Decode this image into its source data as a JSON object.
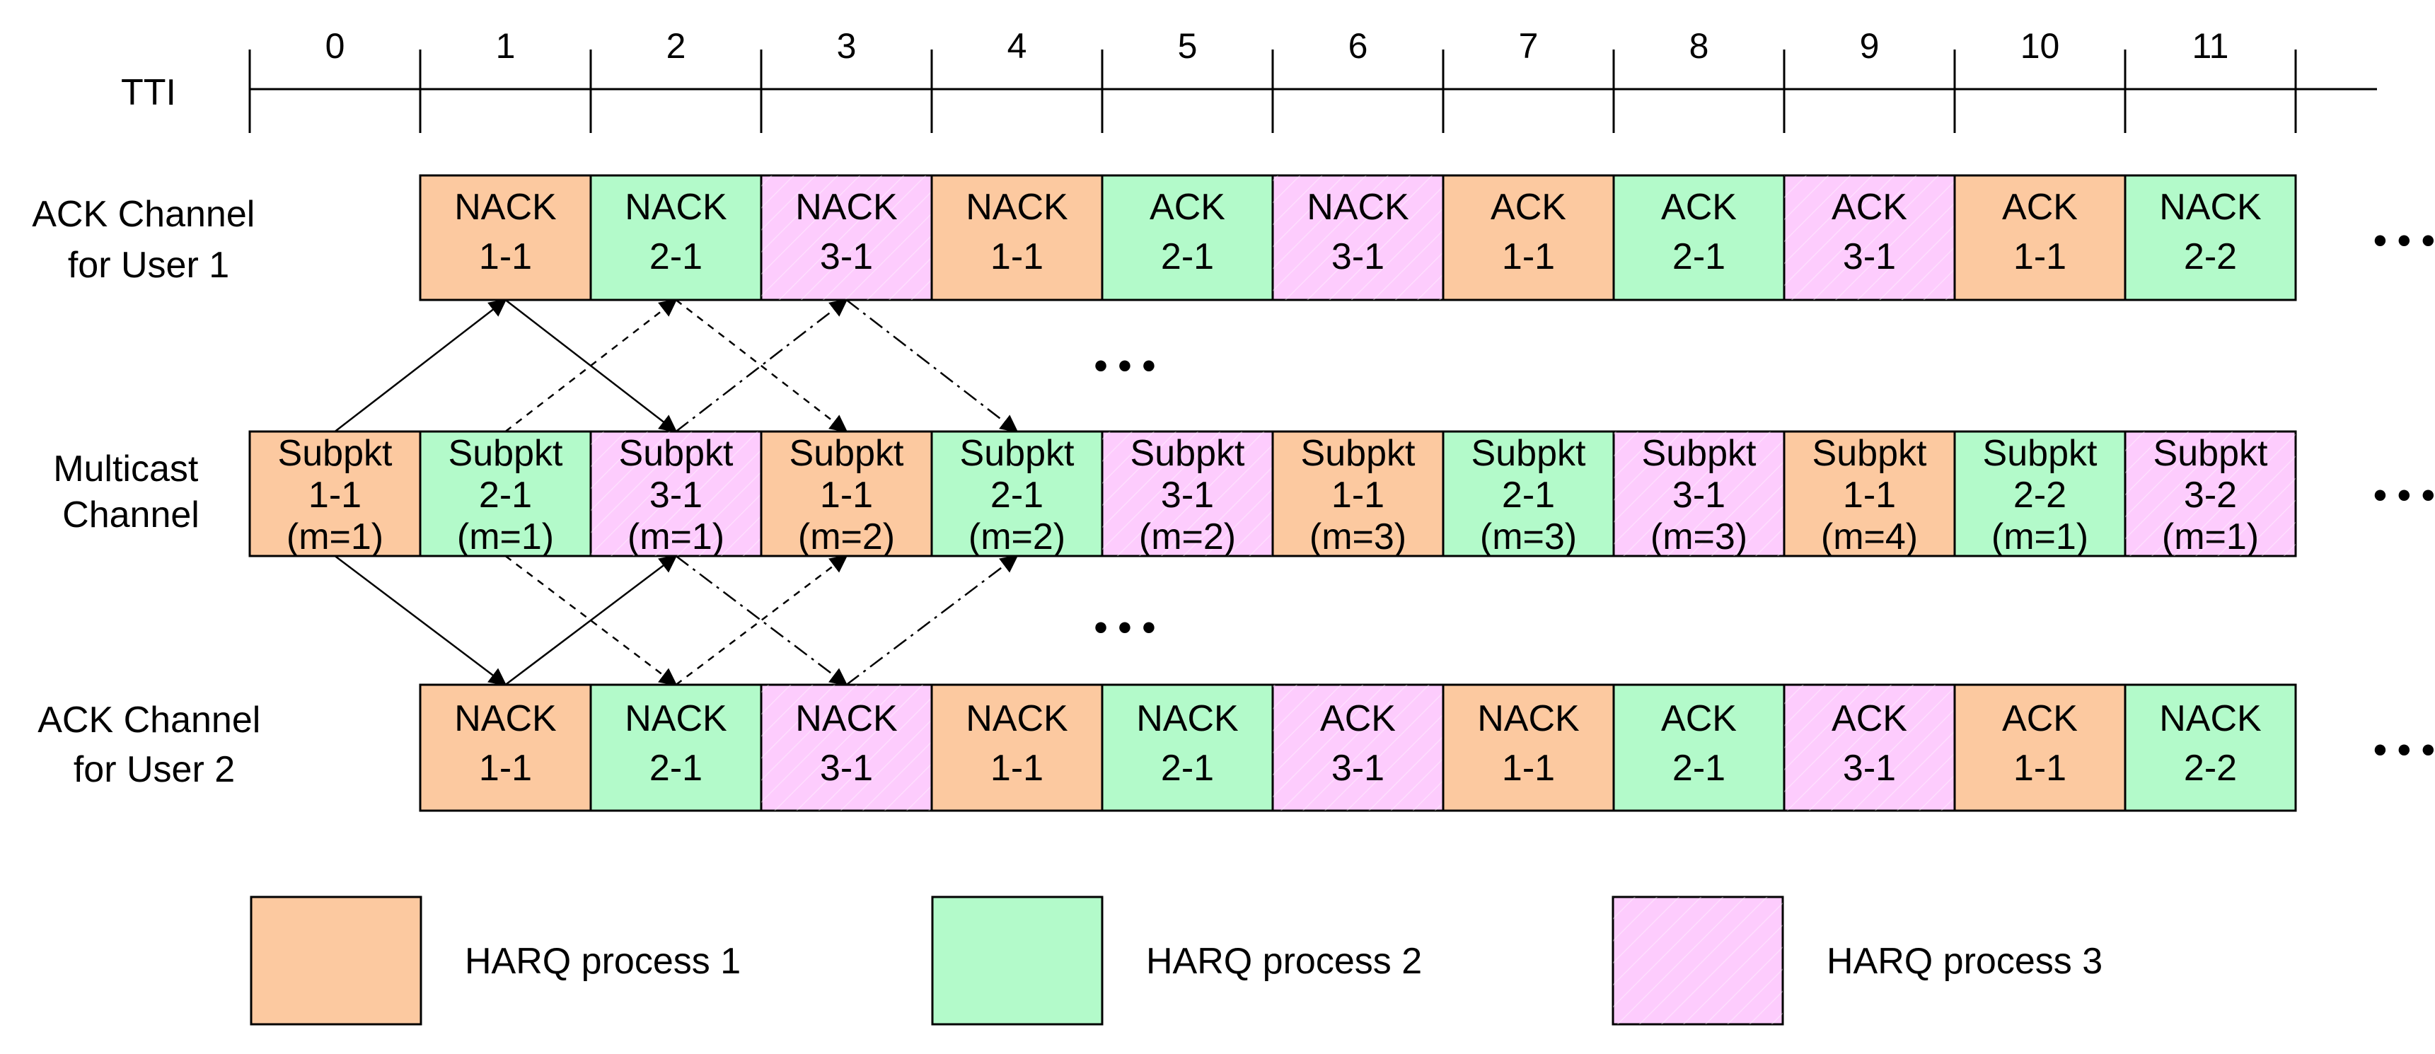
{
  "colors": {
    "harq1": "#FCC9A0",
    "harq2": "#B3FACA",
    "harq3": "#FDCCFD",
    "stroke": "#000000"
  },
  "tti": {
    "label": "TTI",
    "numbers": [
      "0",
      "1",
      "2",
      "3",
      "4",
      "5",
      "6",
      "7",
      "8",
      "9",
      "10",
      "11"
    ]
  },
  "rows": {
    "ack1": {
      "label_lines": [
        "ACK Channel",
        "for User 1"
      ],
      "start_slot": 1,
      "cells": [
        {
          "lines": [
            "NACK",
            "1-1"
          ],
          "process": 1
        },
        {
          "lines": [
            "NACK",
            "2-1"
          ],
          "process": 2
        },
        {
          "lines": [
            "NACK",
            "3-1"
          ],
          "process": 3
        },
        {
          "lines": [
            "NACK",
            "1-1"
          ],
          "process": 1
        },
        {
          "lines": [
            "ACK",
            "2-1"
          ],
          "process": 2
        },
        {
          "lines": [
            "NACK",
            "3-1"
          ],
          "process": 3
        },
        {
          "lines": [
            "ACK",
            "1-1"
          ],
          "process": 1
        },
        {
          "lines": [
            "ACK",
            "2-1"
          ],
          "process": 2
        },
        {
          "lines": [
            "ACK",
            "3-1"
          ],
          "process": 3
        },
        {
          "lines": [
            "ACK",
            "1-1"
          ],
          "process": 1
        },
        {
          "lines": [
            "NACK",
            "2-2"
          ],
          "process": 2
        }
      ],
      "ellipsis": "• • •"
    },
    "multicast": {
      "label_lines": [
        "Multicast",
        "Channel"
      ],
      "start_slot": 0,
      "cells": [
        {
          "lines": [
            "Subpkt",
            "1-1",
            "(m=1)"
          ],
          "process": 1
        },
        {
          "lines": [
            "Subpkt",
            "2-1",
            "(m=1)"
          ],
          "process": 2
        },
        {
          "lines": [
            "Subpkt",
            "3-1",
            "(m=1)"
          ],
          "process": 3
        },
        {
          "lines": [
            "Subpkt",
            "1-1",
            "(m=2)"
          ],
          "process": 1
        },
        {
          "lines": [
            "Subpkt",
            "2-1",
            "(m=2)"
          ],
          "process": 2
        },
        {
          "lines": [
            "Subpkt",
            "3-1",
            "(m=2)"
          ],
          "process": 3
        },
        {
          "lines": [
            "Subpkt",
            "1-1",
            "(m=3)"
          ],
          "process": 1
        },
        {
          "lines": [
            "Subpkt",
            "2-1",
            "(m=3)"
          ],
          "process": 2
        },
        {
          "lines": [
            "Subpkt",
            "3-1",
            "(m=3)"
          ],
          "process": 3
        },
        {
          "lines": [
            "Subpkt",
            "1-1",
            "(m=4)"
          ],
          "process": 1
        },
        {
          "lines": [
            "Subpkt",
            "2-2",
            "(m=1)"
          ],
          "process": 2
        },
        {
          "lines": [
            "Subpkt",
            "3-2",
            "(m=1)"
          ],
          "process": 3
        }
      ],
      "ellipsis": "• • •"
    },
    "ack2": {
      "label_lines": [
        "ACK Channel",
        "for User 2"
      ],
      "start_slot": 1,
      "cells": [
        {
          "lines": [
            "NACK",
            "1-1"
          ],
          "process": 1
        },
        {
          "lines": [
            "NACK",
            "2-1"
          ],
          "process": 2
        },
        {
          "lines": [
            "NACK",
            "3-1"
          ],
          "process": 3
        },
        {
          "lines": [
            "NACK",
            "1-1"
          ],
          "process": 1
        },
        {
          "lines": [
            "NACK",
            "2-1"
          ],
          "process": 2
        },
        {
          "lines": [
            "ACK",
            "3-1"
          ],
          "process": 3
        },
        {
          "lines": [
            "NACK",
            "1-1"
          ],
          "process": 1
        },
        {
          "lines": [
            "ACK",
            "2-1"
          ],
          "process": 2
        },
        {
          "lines": [
            "ACK",
            "3-1"
          ],
          "process": 3
        },
        {
          "lines": [
            "ACK",
            "1-1"
          ],
          "process": 1
        },
        {
          "lines": [
            "NACK",
            "2-2"
          ],
          "process": 2
        }
      ],
      "ellipsis": "• • •"
    }
  },
  "mid_ellipsis": "• • •",
  "legend": [
    {
      "label": "HARQ process 1",
      "process": 1
    },
    {
      "label": "HARQ process 2",
      "process": 2
    },
    {
      "label": "HARQ process 3",
      "process": 3
    }
  ]
}
